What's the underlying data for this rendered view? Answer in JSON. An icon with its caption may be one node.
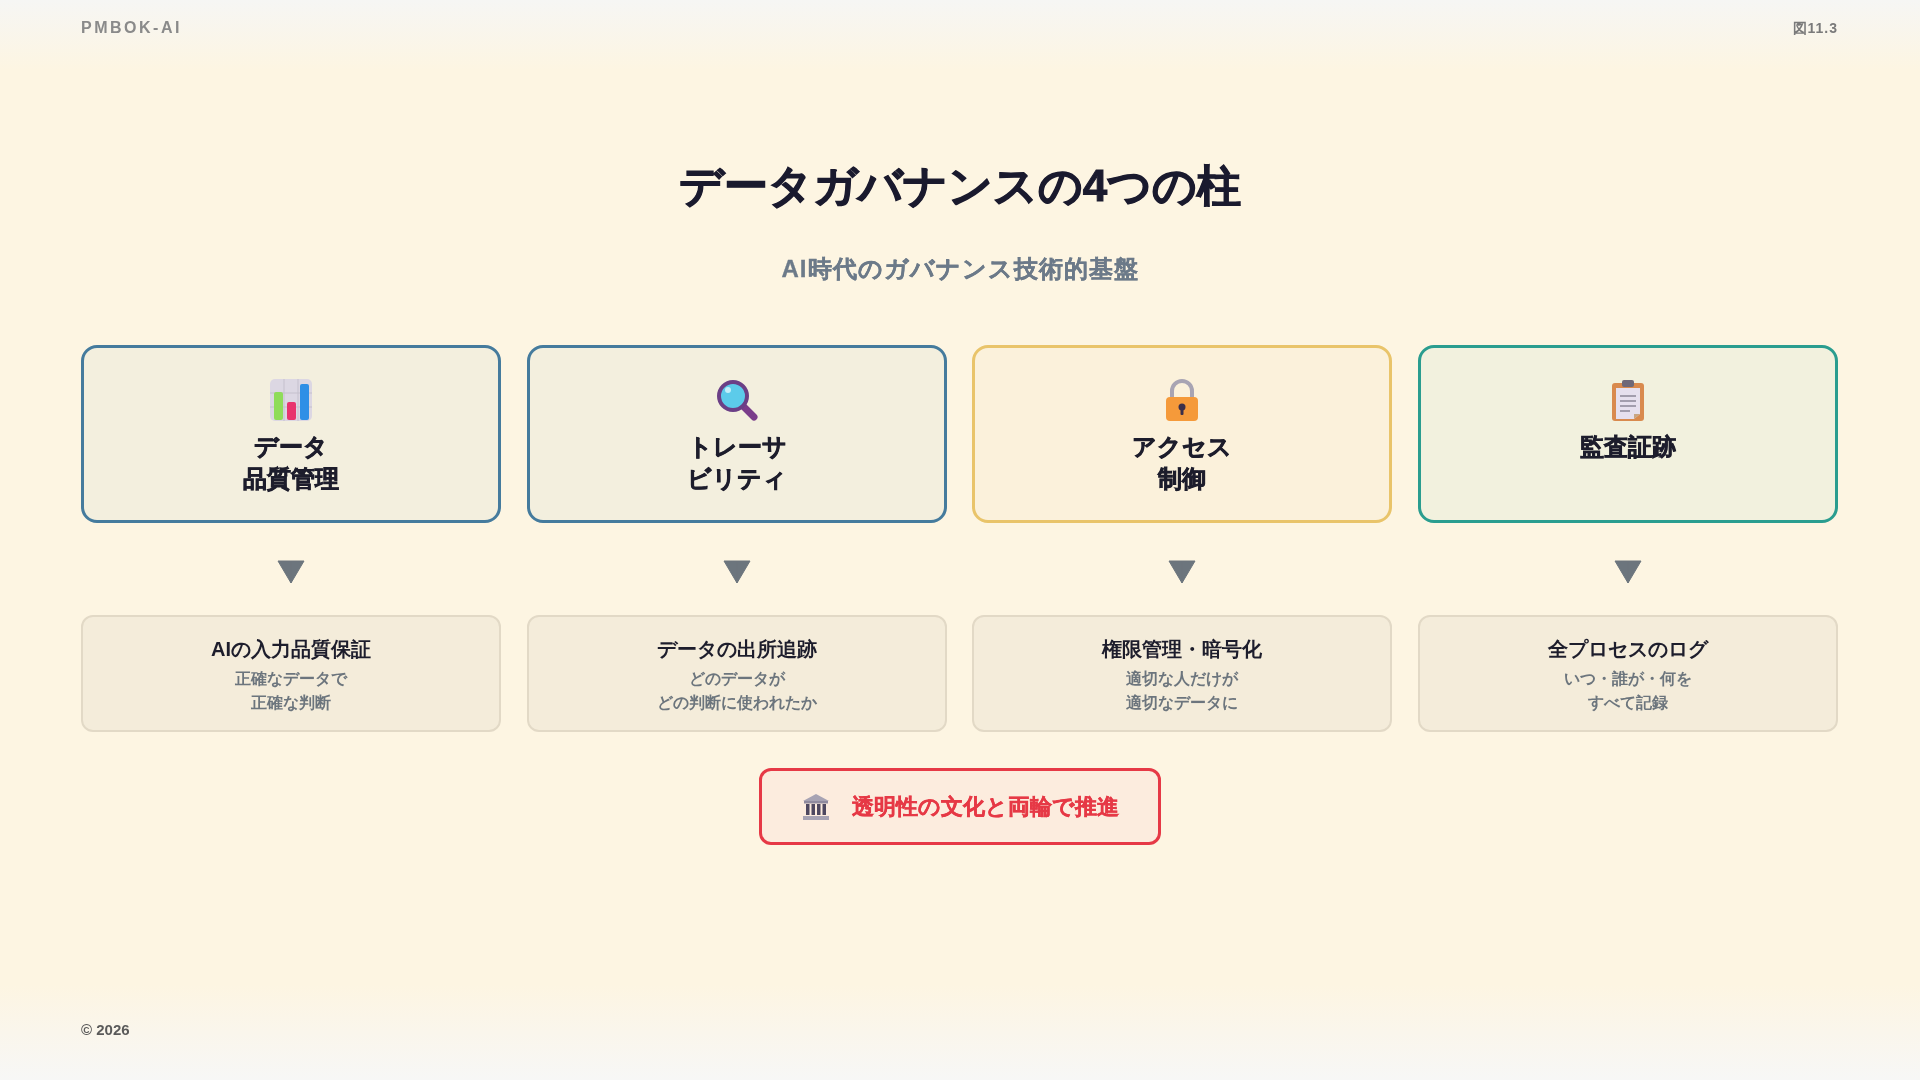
{
  "diagram": {
    "title": "データガバナンスの4つの柱",
    "nodes": [
      {
        "text": [
          "データ品質管理"
        ]
      },
      {
        "text": [
          "トレーサビリティ"
        ]
      },
      {
        "text": [
          "アクセス制御"
        ]
      },
      {
        "text": [
          "監査証跡"
        ]
      },
      {
        "text": [
          "AIの入力品質保証",
          "正確なデータで正確な判断"
        ]
      },
      {
        "text": [
          "データの出所追跡",
          "どのデータがどの判断に使われたか"
        ]
      },
      {
        "text": [
          "権限管理・暗号化",
          "適切な人だけが適切なデータに"
        ]
      },
      {
        "text": [
          "全プロセスのログ",
          "いつ・誰が・何をすべて記録"
        ]
      },
      {
        "text": [
          "透明性の文化と両輪で推進"
        ]
      }
    ],
    "edges": [
      {
        "from": 0,
        "to": 4,
        "arrow": "to"
      },
      {
        "from": 1,
        "to": 5,
        "arrow": "to"
      },
      {
        "from": 2,
        "to": 6,
        "arrow": "to"
      },
      {
        "from": 3,
        "to": 7,
        "arrow": "to"
      }
    ],
    "labels": [
      "PMBOK-AI",
      "図11.3",
      "AI時代のガバナンス技術的基盤",
      "© 2026"
    ]
  }
}
